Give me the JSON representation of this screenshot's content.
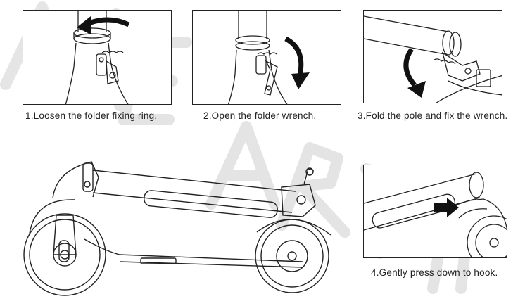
{
  "steps": [
    {
      "caption": "1.Loosen the folder fixing ring.",
      "illustration": "folder-ring-loosen"
    },
    {
      "caption": "2.Open the folder wrench.",
      "illustration": "folder-wrench-open"
    },
    {
      "caption": "3.Fold the pole and fix the wrench.",
      "illustration": "pole-fold"
    },
    {
      "caption": "4.Gently press down to hook.",
      "illustration": "hook-press-down"
    }
  ],
  "watermark": {
    "text": "MEARTh",
    "color": "#d9d9d9"
  },
  "colors": {
    "line": "#222222",
    "arrow": "#111111"
  }
}
